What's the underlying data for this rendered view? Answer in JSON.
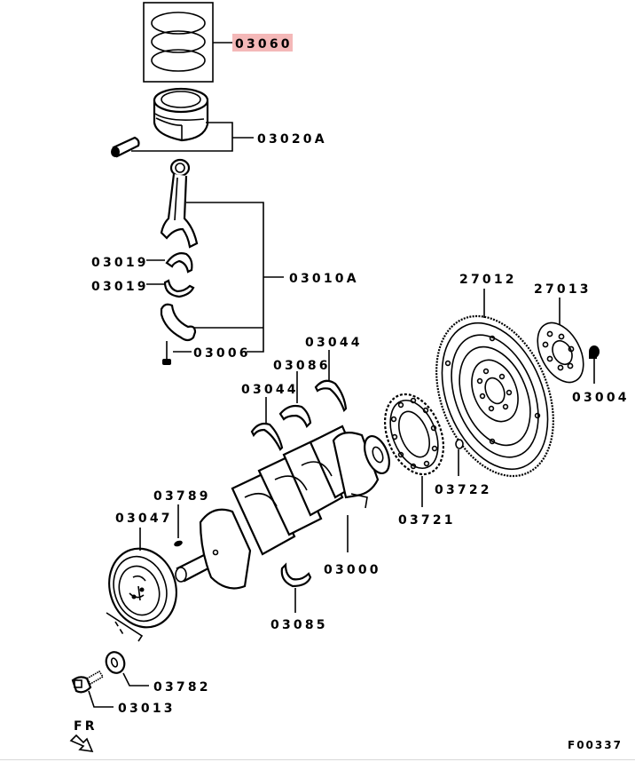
{
  "diagram": {
    "type": "exploded-parts-diagram",
    "figure_id": "F00337",
    "direction_indicator": "FR",
    "highlight_color": "#f4b8b8",
    "selected_part": "03060",
    "parts": {
      "piston_rings": "03060",
      "piston": "03020A",
      "conrod_bearing_upper": "03019",
      "conrod_bearing_lower": "03019",
      "connecting_rod": "03010A",
      "conrod_bolt": "03006",
      "thrust_bearing_right": "03044",
      "main_bearing_upper": "03086",
      "thrust_bearing_left": "03044",
      "flywheel": "27012",
      "flywheel_plate": "27013",
      "flywheel_bolt": "03004",
      "dowel_pin": "03722",
      "crank_sensor_plate": "03721",
      "woodruff_key": "03789",
      "crank_pulley": "03047",
      "crankshaft": "03000",
      "main_bearing_lower": "03085",
      "washer": "03782",
      "pulley_bolt": "03013"
    }
  }
}
